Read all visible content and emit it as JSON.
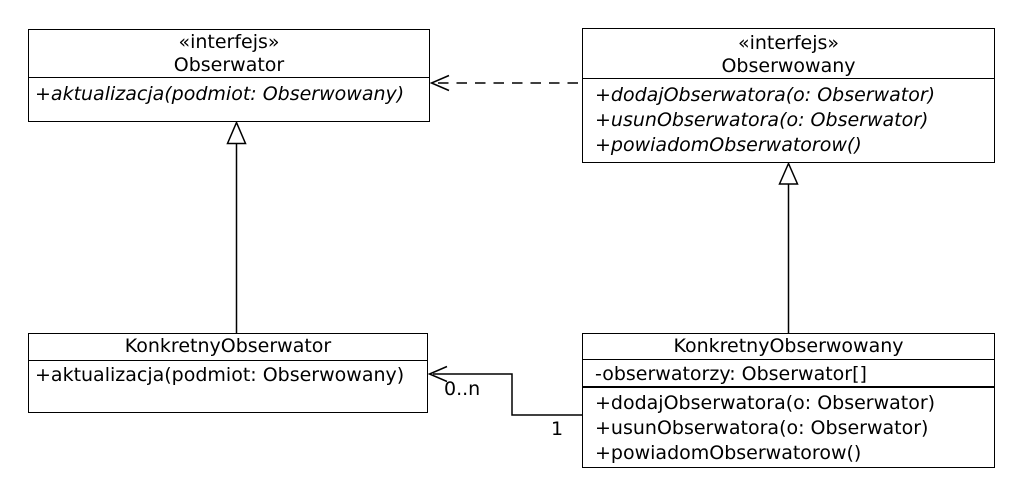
{
  "diagram": {
    "classes": {
      "obserwator": {
        "stereotype": "«interfejs»",
        "name": "Obserwator",
        "methods": [
          "+aktualizacja(podmiot: Obserwowany)"
        ]
      },
      "obserwowany": {
        "stereotype": "«interfejs»",
        "name": "Obserwowany",
        "methods": [
          "+dodajObserwatora(o: Obserwator)",
          "+usunObserwatora(o: Obserwator)",
          "+powiadomObserwatorow()"
        ]
      },
      "konkretny_obserwator": {
        "name": "KonkretnyObserwator",
        "methods": [
          "+aktualizacja(podmiot: Obserwowany)"
        ]
      },
      "konkretny_obserwowany": {
        "name": "KonkretnyObserwowany",
        "attributes": [
          "-obserwatorzy: Obserwator[]"
        ],
        "methods": [
          "+dodajObserwatora(o: Obserwator)",
          "+usunObserwatora(o: Obserwator)",
          "+powiadomObserwatorow()"
        ]
      }
    },
    "association": {
      "multiplicity_many": "0..n",
      "multiplicity_one": "1"
    },
    "colors": {
      "line": "#000000",
      "background": "#ffffff"
    }
  }
}
